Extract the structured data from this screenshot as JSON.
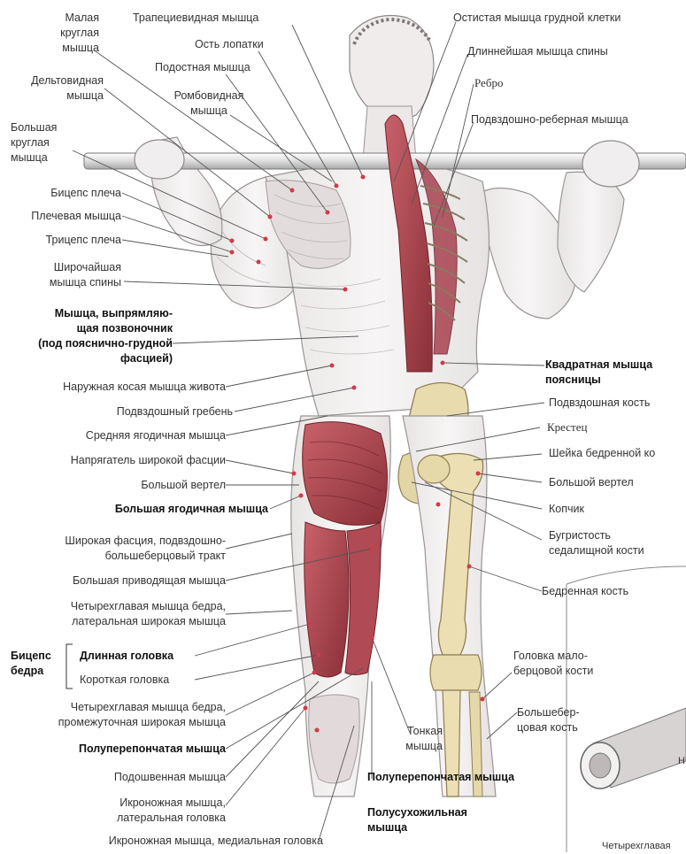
{
  "left_labels": {
    "malaya": "Малая\nкруглая\nмышца",
    "deltoid": "Дельтовидная\nмышца",
    "teres_major": "Большая\nкруглая\nмышца",
    "biceps_arm": "Бицепс плеча",
    "brachialis": "Плечевая мышца",
    "triceps": "Трицепс плеча",
    "latissimus": "Широчайшая\nмышца спины",
    "erector": "Мышца, выпрямляю-\nщая позвоночник\n(под пояснично-грудной\nфасцией)",
    "ext_oblique": "Наружная косая мышца живота",
    "iliac_crest": "Подвздошный гребень",
    "glute_medius": "Средняя ягодичная мышца",
    "tfl": "Напрягатель широкой фасции",
    "greater_troch_l": "Большой вертел",
    "glute_max": "Большая ягодичная мышца",
    "it_tract": "Широкая фасция, подвздошно-\nбольшеберцовый тракт",
    "adductor": "Большая приводящая мышца",
    "vastus_lat": "Четырехглавая мышца бедра,\nлатеральная широкая мышца",
    "biceps_femoris": "Бицепс\nбедра",
    "long_head": "Длинная головка",
    "short_head": "Короткая головка",
    "vastus_int": "Четырехглавая мышца бедра,\nпромежуточная широкая мышца",
    "semimembranosus_l": "Полуперепончатая мышца",
    "plantaris": "Подошвенная мышца",
    "gastro_lat": "Икроножная мышца,\nлатеральная головка",
    "gastro_med": "Икроножная мышца, медиальная головка"
  },
  "top_labels": {
    "trapezius": "Трапециевидная мышца",
    "scapula_spine": "Ость лопатки",
    "infraspinatus": "Подостная мышца",
    "rhomboid": "Ромбовидная\nмышца"
  },
  "right_labels": {
    "spinalis": "Остистая мышца грудной клетки",
    "longissimus": "Длиннейшая мышца спины",
    "rib": "Ребро",
    "iliocostalis": "Подвздошно-реберная мышца",
    "quadratus": "Квадратная мышца\nпоясницы",
    "ilium": "Подвздошная кость",
    "sacrum": "Крестец",
    "femoral_neck": "Шейка бедренной ко",
    "greater_troch_r": "Большой вертел",
    "coccyx": "Копчик",
    "ischial": "Бугристость\nседалищной кости",
    "femur": "Бедренная кость",
    "fibula_head": "Головка мало-\nберцовой кости",
    "tibia": "Большебер-\nцовая кость",
    "gracilis": "Тонкая\nмышца",
    "semimembranosus_r": "Полуперепончатая мышца",
    "semitendinosus": "Полусухожильная\nмышца",
    "inset_bottom": "Четырехглавая",
    "inset_letter": "Н"
  },
  "colors": {
    "muscle_red": "#b5474f",
    "muscle_dark": "#7d2a33",
    "muscle_light": "#e7d9db",
    "bone": "#e9dfb8",
    "bone_edge": "#9a8c62",
    "skin": "#f2f0ef",
    "line": "#4a4a4a",
    "dot": "#d23a4a"
  }
}
